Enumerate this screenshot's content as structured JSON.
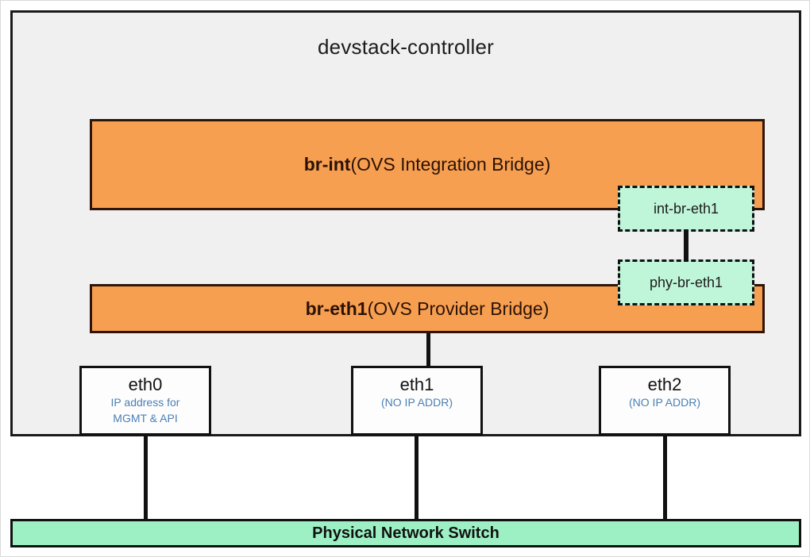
{
  "host": {
    "title": "devstack-controller"
  },
  "bridges": [
    {
      "id": "br-int",
      "name": "br-int",
      "description": " (OVS Integration Bridge)",
      "color": "#F79F51"
    },
    {
      "id": "br-eth1",
      "name": "br-eth1",
      "description": " (OVS Provider Bridge)",
      "color": "#F79F51"
    }
  ],
  "patch_ports": [
    {
      "id": "int-br-eth1",
      "label": "int-br-eth1",
      "color": "#BFF5D8"
    },
    {
      "id": "phy-br-eth1",
      "label": "phy-br-eth1",
      "color": "#BFF5D8"
    }
  ],
  "nics": [
    {
      "id": "eth0",
      "name": "eth0",
      "note_line1": "IP address for",
      "note_line2": "MGMT & API"
    },
    {
      "id": "eth1",
      "name": "eth1",
      "note_line1": "(NO IP ADDR)",
      "note_line2": ""
    },
    {
      "id": "eth2",
      "name": "eth2",
      "note_line1": "(NO IP ADDR)",
      "note_line2": ""
    }
  ],
  "switch": {
    "label": "Physical Network Switch",
    "color": "#9DF0C4"
  },
  "colors": {
    "panel_background": "#f0f0f0",
    "outline": "#111111",
    "bridge_fill": "#F79F51",
    "port_fill": "#BFF5D8",
    "switch_fill": "#9DF0C4",
    "note_text": "#4a7fb5"
  }
}
